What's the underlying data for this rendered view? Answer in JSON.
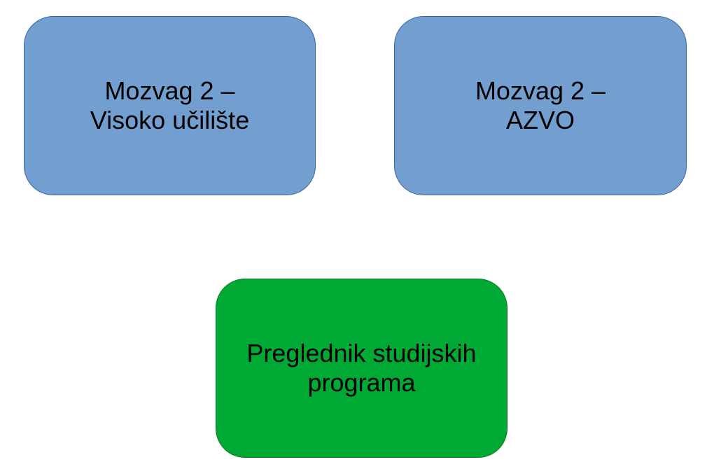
{
  "nodes": [
    {
      "lines": [
        "Mozvag 2 –",
        "Visoko učilište"
      ],
      "color": "#729fcf"
    },
    {
      "lines": [
        "Mozvag 2 –",
        "AZVO"
      ],
      "color": "#729fcf"
    },
    {
      "lines": [
        "Preglednik studijskih",
        "programa"
      ],
      "color": "#00a933"
    }
  ]
}
